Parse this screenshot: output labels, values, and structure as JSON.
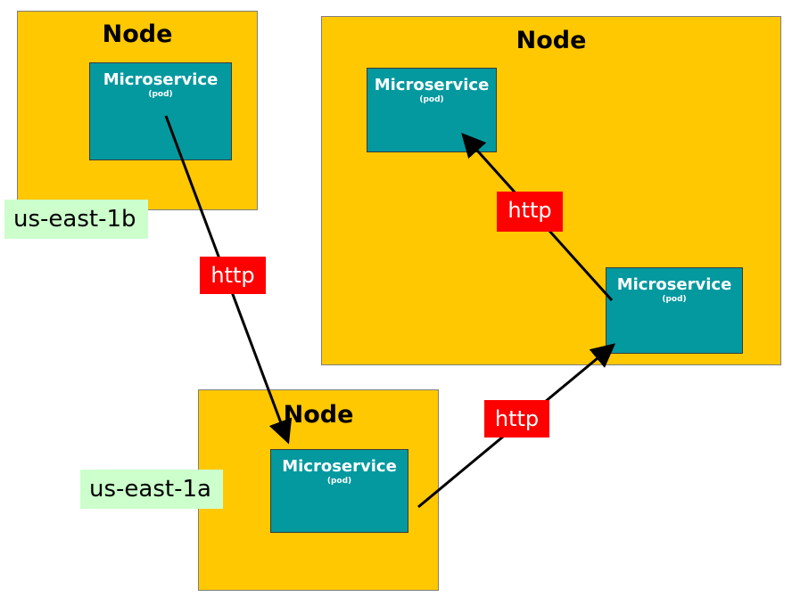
{
  "nodes": [
    {
      "title": "Node",
      "microservices": [
        {
          "title": "Microservice",
          "sub": "(pod)"
        }
      ]
    },
    {
      "title": "Node",
      "microservices": [
        {
          "title": "Microservice",
          "sub": "(pod)"
        },
        {
          "title": "Microservice",
          "sub": "(pod)"
        }
      ]
    },
    {
      "title": "Node",
      "microservices": [
        {
          "title": "Microservice",
          "sub": "(pod)"
        }
      ]
    }
  ],
  "zones": {
    "east_1b": "us-east-1b",
    "east_1a": "us-east-1a"
  },
  "connections": [
    {
      "label": "http",
      "from": "node-1b-microservice",
      "to": "node-1a-microservice"
    },
    {
      "label": "http",
      "from": "node-1a-microservice",
      "to": "node-large-microservice-bottom"
    },
    {
      "label": "http",
      "from": "node-large-microservice-bottom",
      "to": "node-large-microservice-top"
    }
  ],
  "colors": {
    "node": "#ffc800",
    "microservice": "#04999f",
    "http": "#ff0000",
    "zone": "#ccffcc"
  }
}
